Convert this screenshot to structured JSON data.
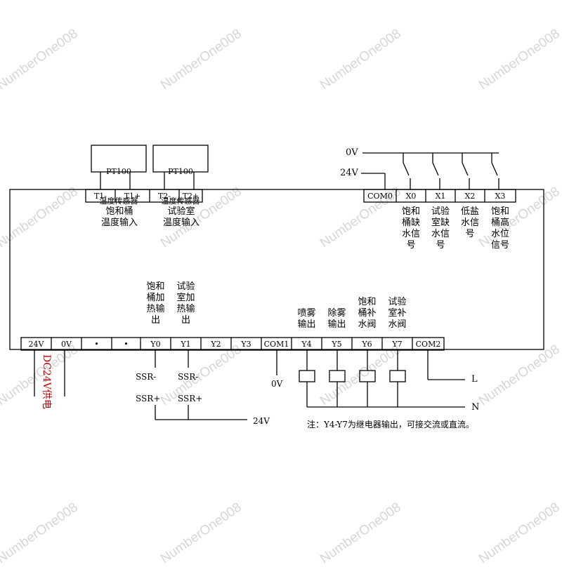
{
  "watermark": "NumberOne008",
  "sensors": [
    {
      "line1": "PT100",
      "line2": "温度传感器"
    },
    {
      "line1": "PT100",
      "line2": "温度传感器"
    }
  ],
  "top_terminals": [
    "T1-",
    "T1+",
    "T2-",
    "T2+"
  ],
  "top_input_terminals": [
    "COM0",
    "X0",
    "X1",
    "X2",
    "X3"
  ],
  "sensor_inputs": [
    "饱和桶\n温度输入",
    "试验室\n温度输入"
  ],
  "x_signals": [
    "饱和\n桶缺\n水信\n号",
    "试验\n室缺\n水信\n号",
    "低盐\n水信\n号",
    "饱和\n桶高\n水位\n信号"
  ],
  "top_voltage": {
    "v0": "0V",
    "v24": "24V"
  },
  "bottom_terminals": [
    "24V",
    "0V",
    "•",
    "•",
    "Y0",
    "Y1",
    "Y2",
    "Y3",
    "COM1",
    "Y4",
    "Y5",
    "Y6",
    "Y7",
    "COM2"
  ],
  "output_labels": {
    "y0": "饱和\n桶加\n热输\n出",
    "y1": "试验\n室加\n热输\n出",
    "y4": "喷雾\n输出",
    "y5": "除雾\n输出",
    "y6": "饱和\n桶补\n水阀",
    "y7": "试验\n室补\n水阀"
  },
  "power_label": "DC24V供电",
  "ssr": {
    "minus": "SSR-",
    "plus": "SSR+"
  },
  "com1_ground": "0V",
  "ssr_supply": "24V",
  "live": "L",
  "neutral": "N",
  "note": "注：Y4-Y7为继电器输出，可接交流或直流。"
}
